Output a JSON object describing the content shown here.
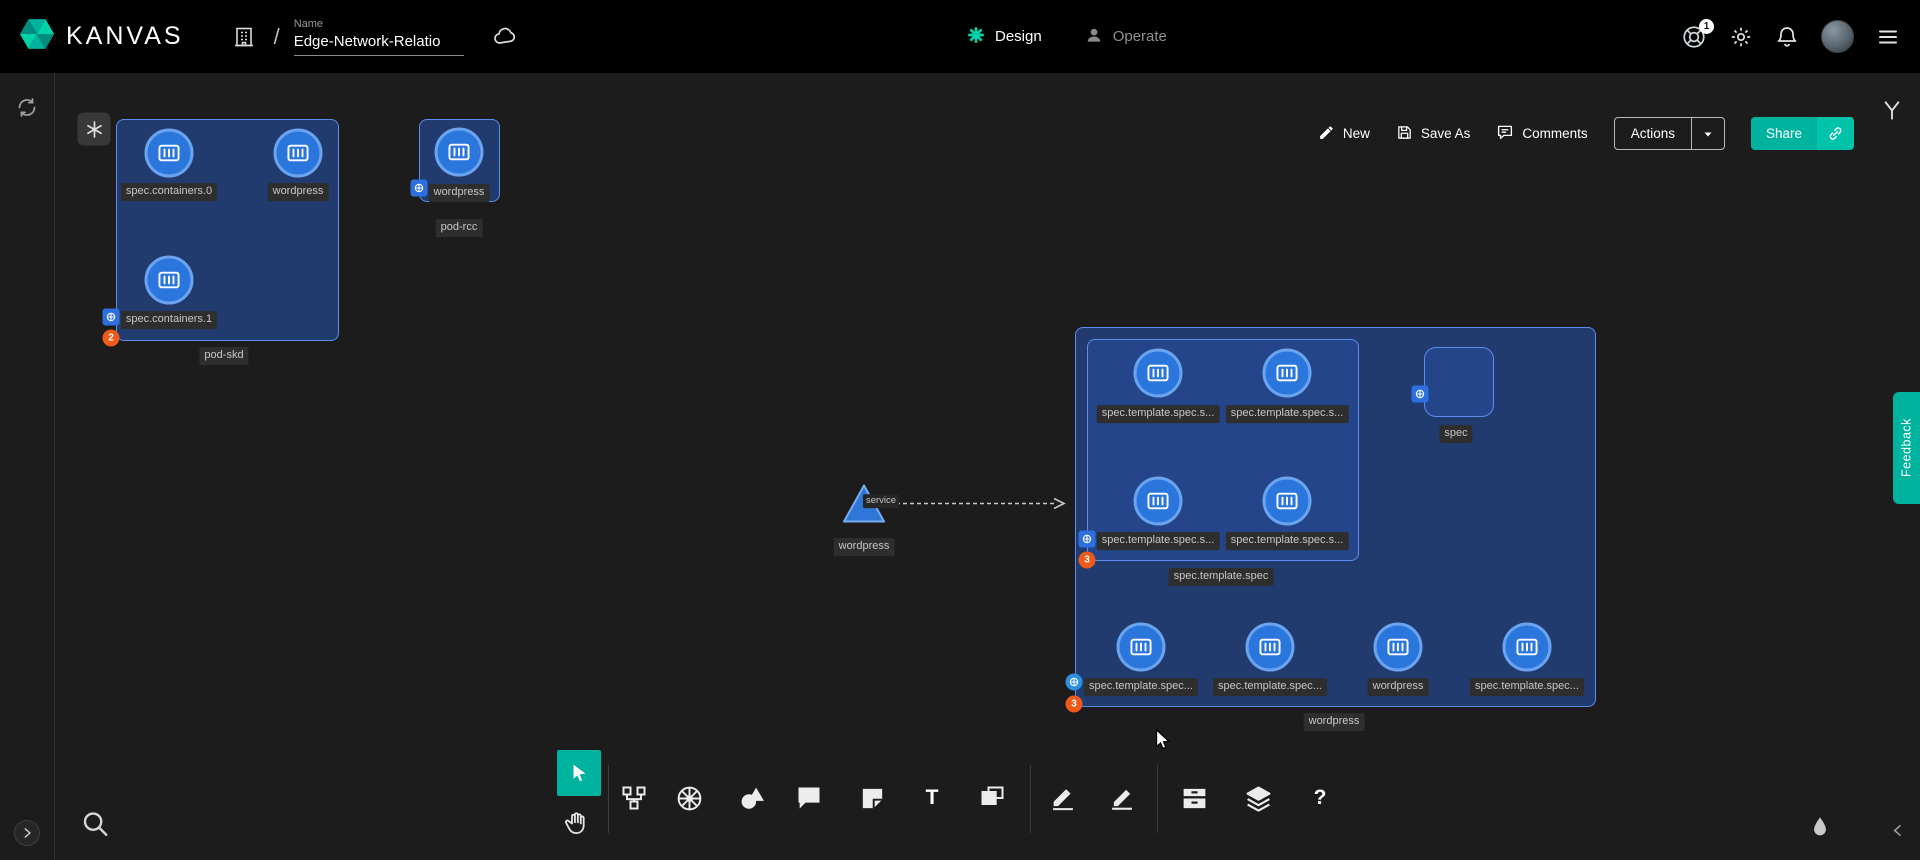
{
  "header": {
    "logo_text": "KANVAS",
    "path_separator": "/",
    "name_label": "Name",
    "design_name": "Edge-Network-Relatio",
    "tabs": {
      "design": "Design",
      "operate": "Operate"
    },
    "notification_badge": "1"
  },
  "canvas_actions": {
    "new": "New",
    "save_as": "Save As",
    "comments": "Comments",
    "actions": "Actions",
    "share": "Share"
  },
  "feedback_label": "Feedback",
  "toolbar": {
    "text_tool": "T",
    "help": "?"
  },
  "graph": {
    "pod_skd": {
      "group_label": "pod-skd",
      "badge": "2",
      "node1": "spec.containers.0",
      "node2": "wordpress",
      "node3": "spec.containers.1"
    },
    "pod_rcc": {
      "group_label": "pod-rcc",
      "node1": "wordpress"
    },
    "service": {
      "node_label": "wordpress",
      "edge_label": "service"
    },
    "deployment": {
      "group_label": "wordpress",
      "badge": "3",
      "template": {
        "group_label": "spec.template.spec",
        "badge": "3",
        "node1": "spec.template.spec.s...",
        "node2": "spec.template.spec.s...",
        "node3": "spec.template.spec.s...",
        "node4": "spec.template.spec.s..."
      },
      "spec_label": "spec",
      "bottom1": "spec.template.spec...",
      "bottom2": "spec.template.spec...",
      "bottom3": "wordpress",
      "bottom4": "spec.template.spec..."
    }
  },
  "colors": {
    "accent": "#00B39F",
    "node_blue": "#2b76dd",
    "group_border": "#5b8def",
    "badge_orange": "#ee5a1a"
  }
}
